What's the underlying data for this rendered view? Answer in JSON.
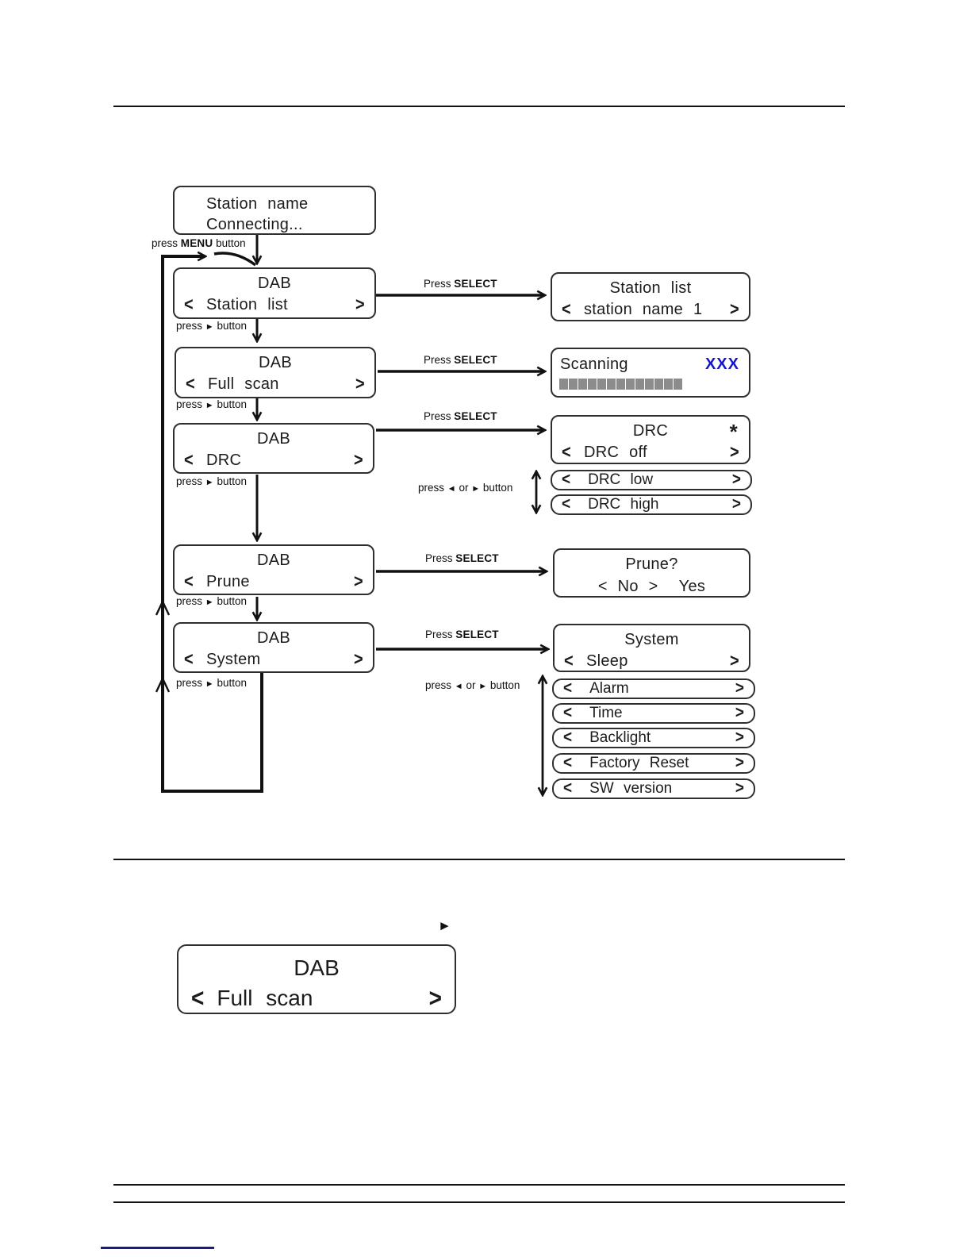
{
  "icons": {
    "right_triangle": "►",
    "left_triangle": "◄",
    "chevron_left": "<",
    "chevron_right": ">"
  },
  "colors": {
    "accent_blue": "#1414cc",
    "progress_gray": "#8c8c8c",
    "link_blue": "#191987",
    "line_black": "#111111"
  },
  "labels": {
    "press": "press",
    "press_cap": "Press",
    "menu": "MENU",
    "select": "SELECT",
    "button": "button",
    "or": "or"
  },
  "screens": {
    "station_name": {
      "line1": "Station name",
      "line2": "Connecting..."
    },
    "dab_station_list": {
      "title": "DAB",
      "item": "Station list"
    },
    "dab_full_scan": {
      "title": "DAB",
      "item": "Full scan"
    },
    "dab_drc": {
      "title": "DAB",
      "item": "DRC"
    },
    "dab_prune": {
      "title": "DAB",
      "item": "Prune"
    },
    "dab_system": {
      "title": "DAB",
      "item": "System"
    },
    "station_list_result": {
      "title": "Station list",
      "item": "station name 1"
    },
    "scanning": {
      "label": "Scanning",
      "value": "XXX",
      "progress_cells": 13
    },
    "drc_menu": {
      "title": "DRC",
      "selected_mark": "*",
      "item": "DRC off"
    },
    "drc_low": {
      "item": "DRC low"
    },
    "drc_high": {
      "item": "DRC high"
    },
    "prune_confirm": {
      "title": "Prune?",
      "option_no": "< No >",
      "option_yes": "Yes"
    },
    "system_menu": {
      "title": "System",
      "item": "Sleep"
    },
    "system_items": [
      "Alarm",
      "Time",
      "Backlight",
      "Factory Reset",
      "SW version"
    ],
    "full_scan_large": {
      "title": "DAB",
      "item": "Full scan"
    }
  }
}
